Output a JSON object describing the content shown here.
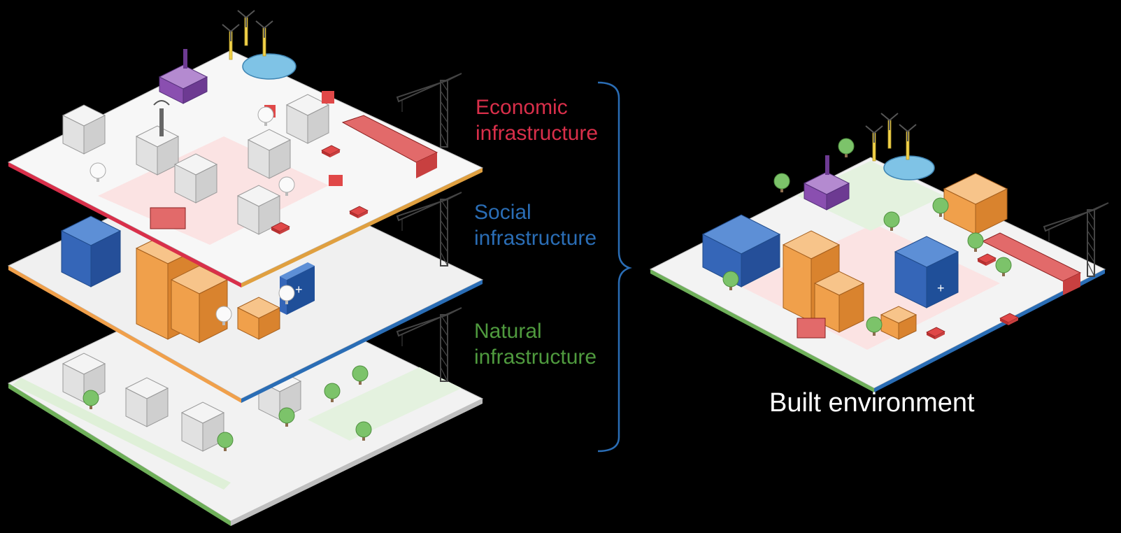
{
  "labels": {
    "economic": {
      "line1": "Economic",
      "line2": "infrastructure"
    },
    "social": {
      "line1": "Social",
      "line2": "infrastructure"
    },
    "natural": {
      "line1": "Natural",
      "line2": "infrastructure"
    },
    "built": "Built environment"
  },
  "colors": {
    "background": "#000000",
    "economic": "#d92f4a",
    "social": "#2a6db5",
    "natural": "#4f9a3e",
    "bracket": "#2a6db5",
    "built_text": "#ffffff",
    "tile_gray": "#f2f2f2",
    "building_gray": "#dedede",
    "outline": "#9a9a9a",
    "pink_zone": "#fbe3e3",
    "green_zone": "#e4f2df",
    "tree_green": "#7cc36a",
    "building_blue": "#3566b8",
    "building_orange": "#f0a04b",
    "building_purple": "#8a4fb0",
    "train_red": "#e26a6a",
    "water_blue": "#7fc3e6",
    "turbine_yellow": "#f2d24a"
  },
  "icons": [
    "wind-turbine-icon",
    "factory-icon",
    "water-tank-icon",
    "construction-crane-icon",
    "train-icon",
    "hospital-icon",
    "radio-tower-icon",
    "tree-icon",
    "car-icon"
  ]
}
